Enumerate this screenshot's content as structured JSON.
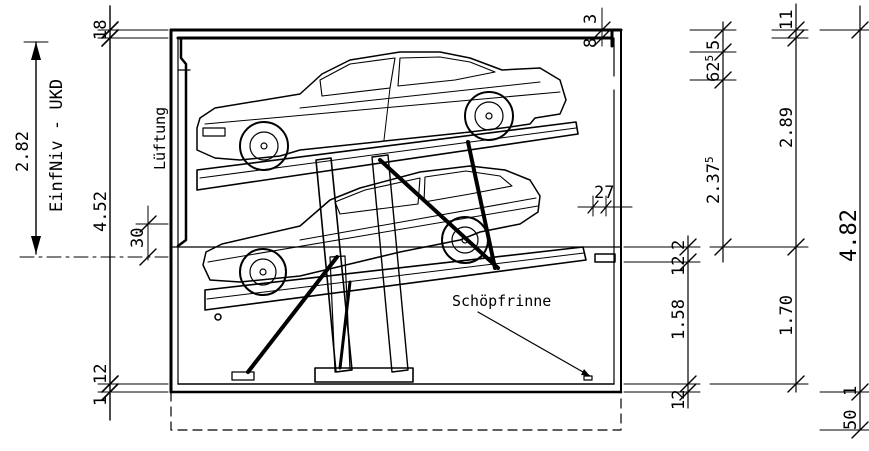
{
  "labels": {
    "ventilation": "Lüftung",
    "drain_channel": "Schöpfrinne",
    "entry_level_note": "EinfNiv - UKD"
  },
  "left_dimensions": {
    "top_slab": "18",
    "upper_total": "2.82",
    "pit_height": "4.52",
    "ramp_offset": "30",
    "bottom_a": "1",
    "bottom_b": "12"
  },
  "inner_dimensions": {
    "lid_a": "8",
    "lid_b": "3",
    "post_width": "27",
    "pit_floor": "1.58",
    "floor_slab": "12",
    "step": "12",
    "step_b": "2"
  },
  "right_dimensions": {
    "top_a": "11",
    "top_b": "62",
    "top_b_sup": "5",
    "top_c": "5",
    "upper_car": "2.37",
    "upper_car_sup": "5",
    "upper_total": "2.89",
    "lower_total": "1.70",
    "overall": "4.82",
    "foundation": "50",
    "foundation_b": "1"
  }
}
